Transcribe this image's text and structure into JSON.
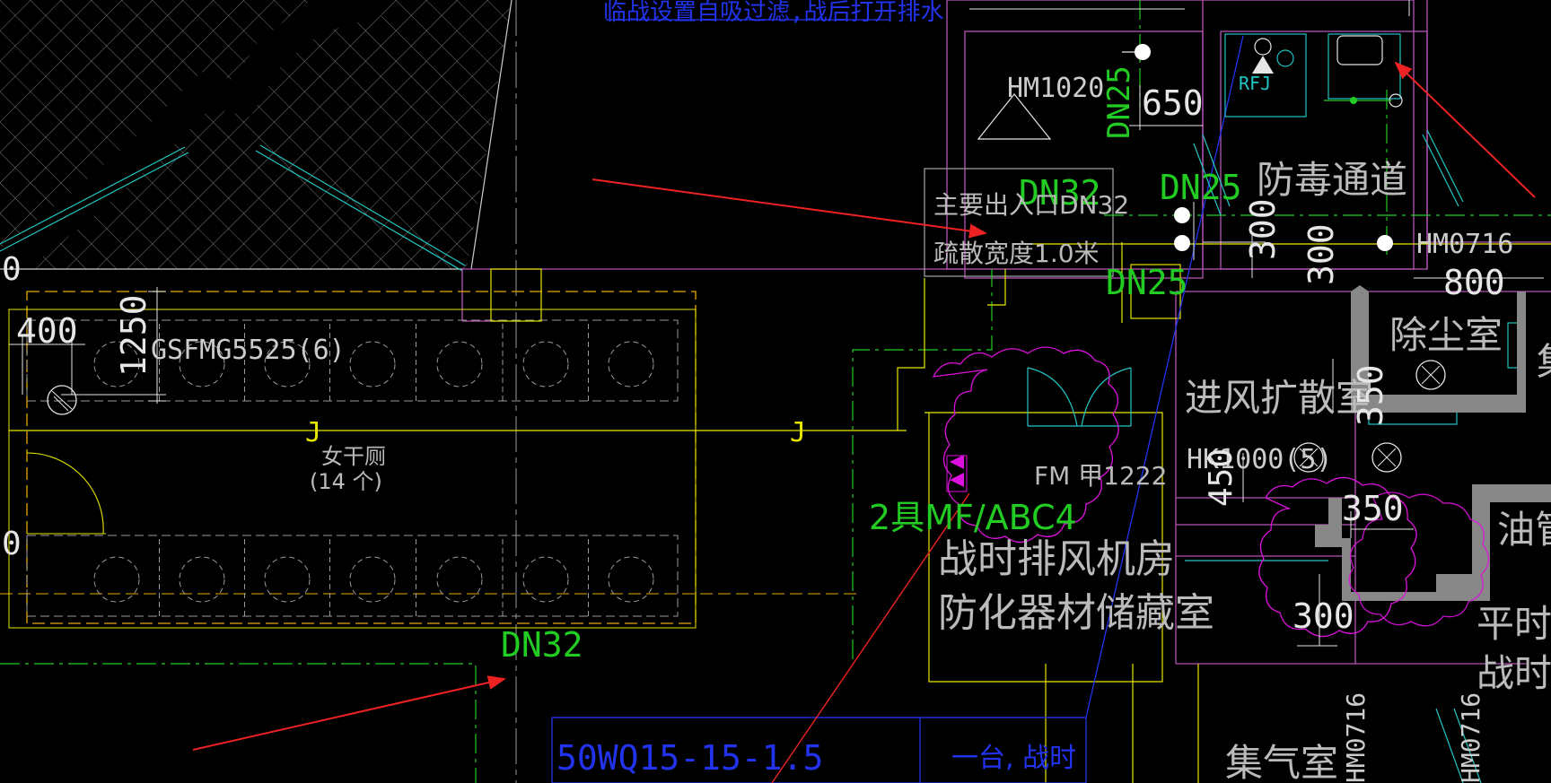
{
  "colors": {
    "background": "#000000",
    "wall": "#cccccc",
    "room_outline": "#b455b4",
    "yellow_line": "#e6e600",
    "orange_dash": "#e6a800",
    "green_text": "#22cc22",
    "cyan": "#22c5c5",
    "blue_line": "#2233ee",
    "red_arrow": "#ee2222",
    "magenta_cloud": "#dd11dd",
    "gray_fill": "#888888"
  },
  "labels": {
    "top_note": "临战设置自吸过滤,战后打开排水",
    "dim_650": "650",
    "dn25_vert": "DN25",
    "hm1020": "HM1020",
    "rfj": "RFJ",
    "dn32_top": "DN32",
    "main_exit_1": "主要出入口DN32",
    "main_exit_2": "疏散宽度1.0米",
    "dn25_mid": "DN25",
    "fangdu": "防毒通道",
    "dim_300a": "300",
    "dim_300b": "300",
    "hm0716_a": "HM0716",
    "dn25_low": "DN25",
    "dim_800": "800",
    "chuchenshi": "除尘室",
    "dim_400": "400",
    "dim_1250": "1250",
    "gsfmg": "GSFMG5525(6)",
    "jinfeng": "进风扩散室",
    "dim_350a": "350",
    "hk_door": "HK1000(5)",
    "fm_door": "FM 甲1222",
    "nvgance": "女干厕",
    "count14": "(14 个)",
    "j_left": "J",
    "j_right": "J",
    "mf_abc": "2具MF/ABC4",
    "zhanshi_room": "战时排风机房",
    "fanghua_room": "防化器材储藏室",
    "dim_450": "450",
    "dim_350b": "350",
    "youguan": "油管",
    "dim_300c": "300",
    "dn32_bottom": "DN32",
    "pingshi": "平时",
    "zhanshi_edge": "战时",
    "pump": "50WQ15-15-1.5",
    "pump_note": "一台, 战时",
    "jiqi": "集气室",
    "hm0716_b": "HM0716",
    "hm0716_c": "HM0716",
    "ji_edge": "集",
    "zero_a": "0",
    "zero_b": "0"
  }
}
